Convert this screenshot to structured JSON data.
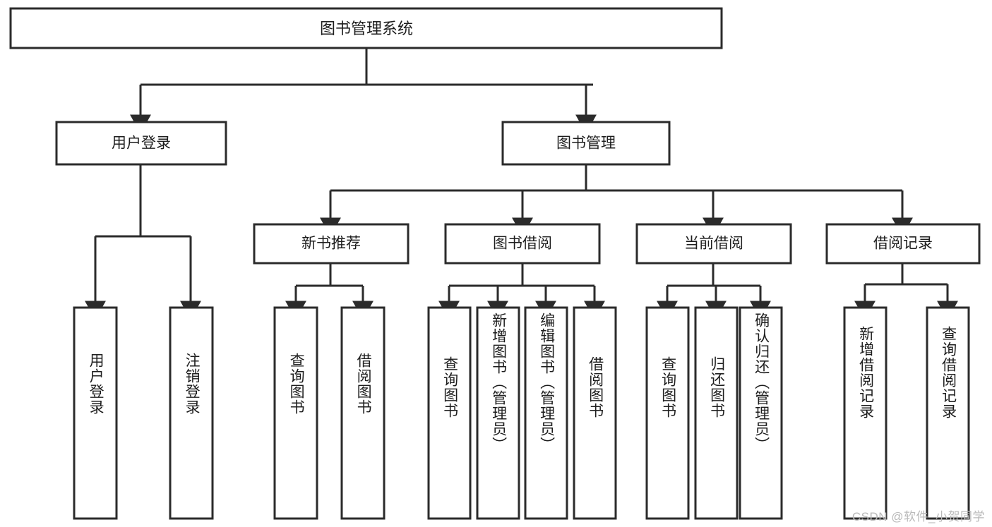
{
  "diagram": {
    "type": "tree-hierarchy",
    "title": "图书管理系统",
    "root": {
      "id": "root",
      "label": "图书管理系统",
      "orientation": "horizontal"
    },
    "level2": [
      {
        "id": "user-login",
        "label": "用户登录",
        "orientation": "horizontal"
      },
      {
        "id": "book-manage",
        "label": "图书管理",
        "orientation": "horizontal"
      }
    ],
    "level3": [
      {
        "id": "new-book-rec",
        "label": "新书推荐",
        "orientation": "horizontal",
        "parent": "book-manage"
      },
      {
        "id": "book-borrow",
        "label": "图书借阅",
        "orientation": "horizontal",
        "parent": "book-manage"
      },
      {
        "id": "current-borrow",
        "label": "当前借阅",
        "orientation": "horizontal",
        "parent": "book-manage"
      },
      {
        "id": "borrow-record",
        "label": "借阅记录",
        "orientation": "horizontal",
        "parent": "book-manage"
      }
    ],
    "leaves": [
      {
        "id": "leaf-user-login",
        "label": "用户登录",
        "orientation": "vertical",
        "parent": "user-login"
      },
      {
        "id": "leaf-logout-login",
        "label": "注销登录",
        "orientation": "vertical",
        "parent": "user-login"
      },
      {
        "id": "leaf-query-book-1",
        "label": "查询图书",
        "orientation": "vertical",
        "parent": "new-book-rec"
      },
      {
        "id": "leaf-borrow-book-1",
        "label": "借阅图书",
        "orientation": "vertical",
        "parent": "new-book-rec"
      },
      {
        "id": "leaf-query-book-2",
        "label": "查询图书",
        "orientation": "vertical",
        "parent": "book-borrow"
      },
      {
        "id": "leaf-add-book",
        "label": "新增图书（管理员）",
        "orientation": "vertical",
        "parent": "book-borrow"
      },
      {
        "id": "leaf-edit-book",
        "label": "编辑图书（管理员）",
        "orientation": "vertical",
        "parent": "book-borrow"
      },
      {
        "id": "leaf-borrow-book-2",
        "label": "借阅图书",
        "orientation": "vertical",
        "parent": "book-borrow"
      },
      {
        "id": "leaf-query-book-3",
        "label": "查询图书",
        "orientation": "vertical",
        "parent": "current-borrow"
      },
      {
        "id": "leaf-return-book",
        "label": "归还图书",
        "orientation": "vertical",
        "parent": "current-borrow"
      },
      {
        "id": "leaf-confirm-return",
        "label": "确认归还（管理员）",
        "orientation": "vertical",
        "parent": "current-borrow"
      },
      {
        "id": "leaf-add-record",
        "label": "新增借阅记录",
        "orientation": "vertical",
        "parent": "borrow-record"
      },
      {
        "id": "leaf-query-record",
        "label": "查询借阅记录",
        "orientation": "vertical",
        "parent": "borrow-record"
      }
    ]
  },
  "watermark": {
    "text": "CSDN @软件_小贺同学"
  },
  "colors": {
    "stroke": "#2b2b2b",
    "box_fill": "#ffffff",
    "text": "#1d1d1d",
    "watermark": "#b9b9b9",
    "background": "#ffffff"
  }
}
